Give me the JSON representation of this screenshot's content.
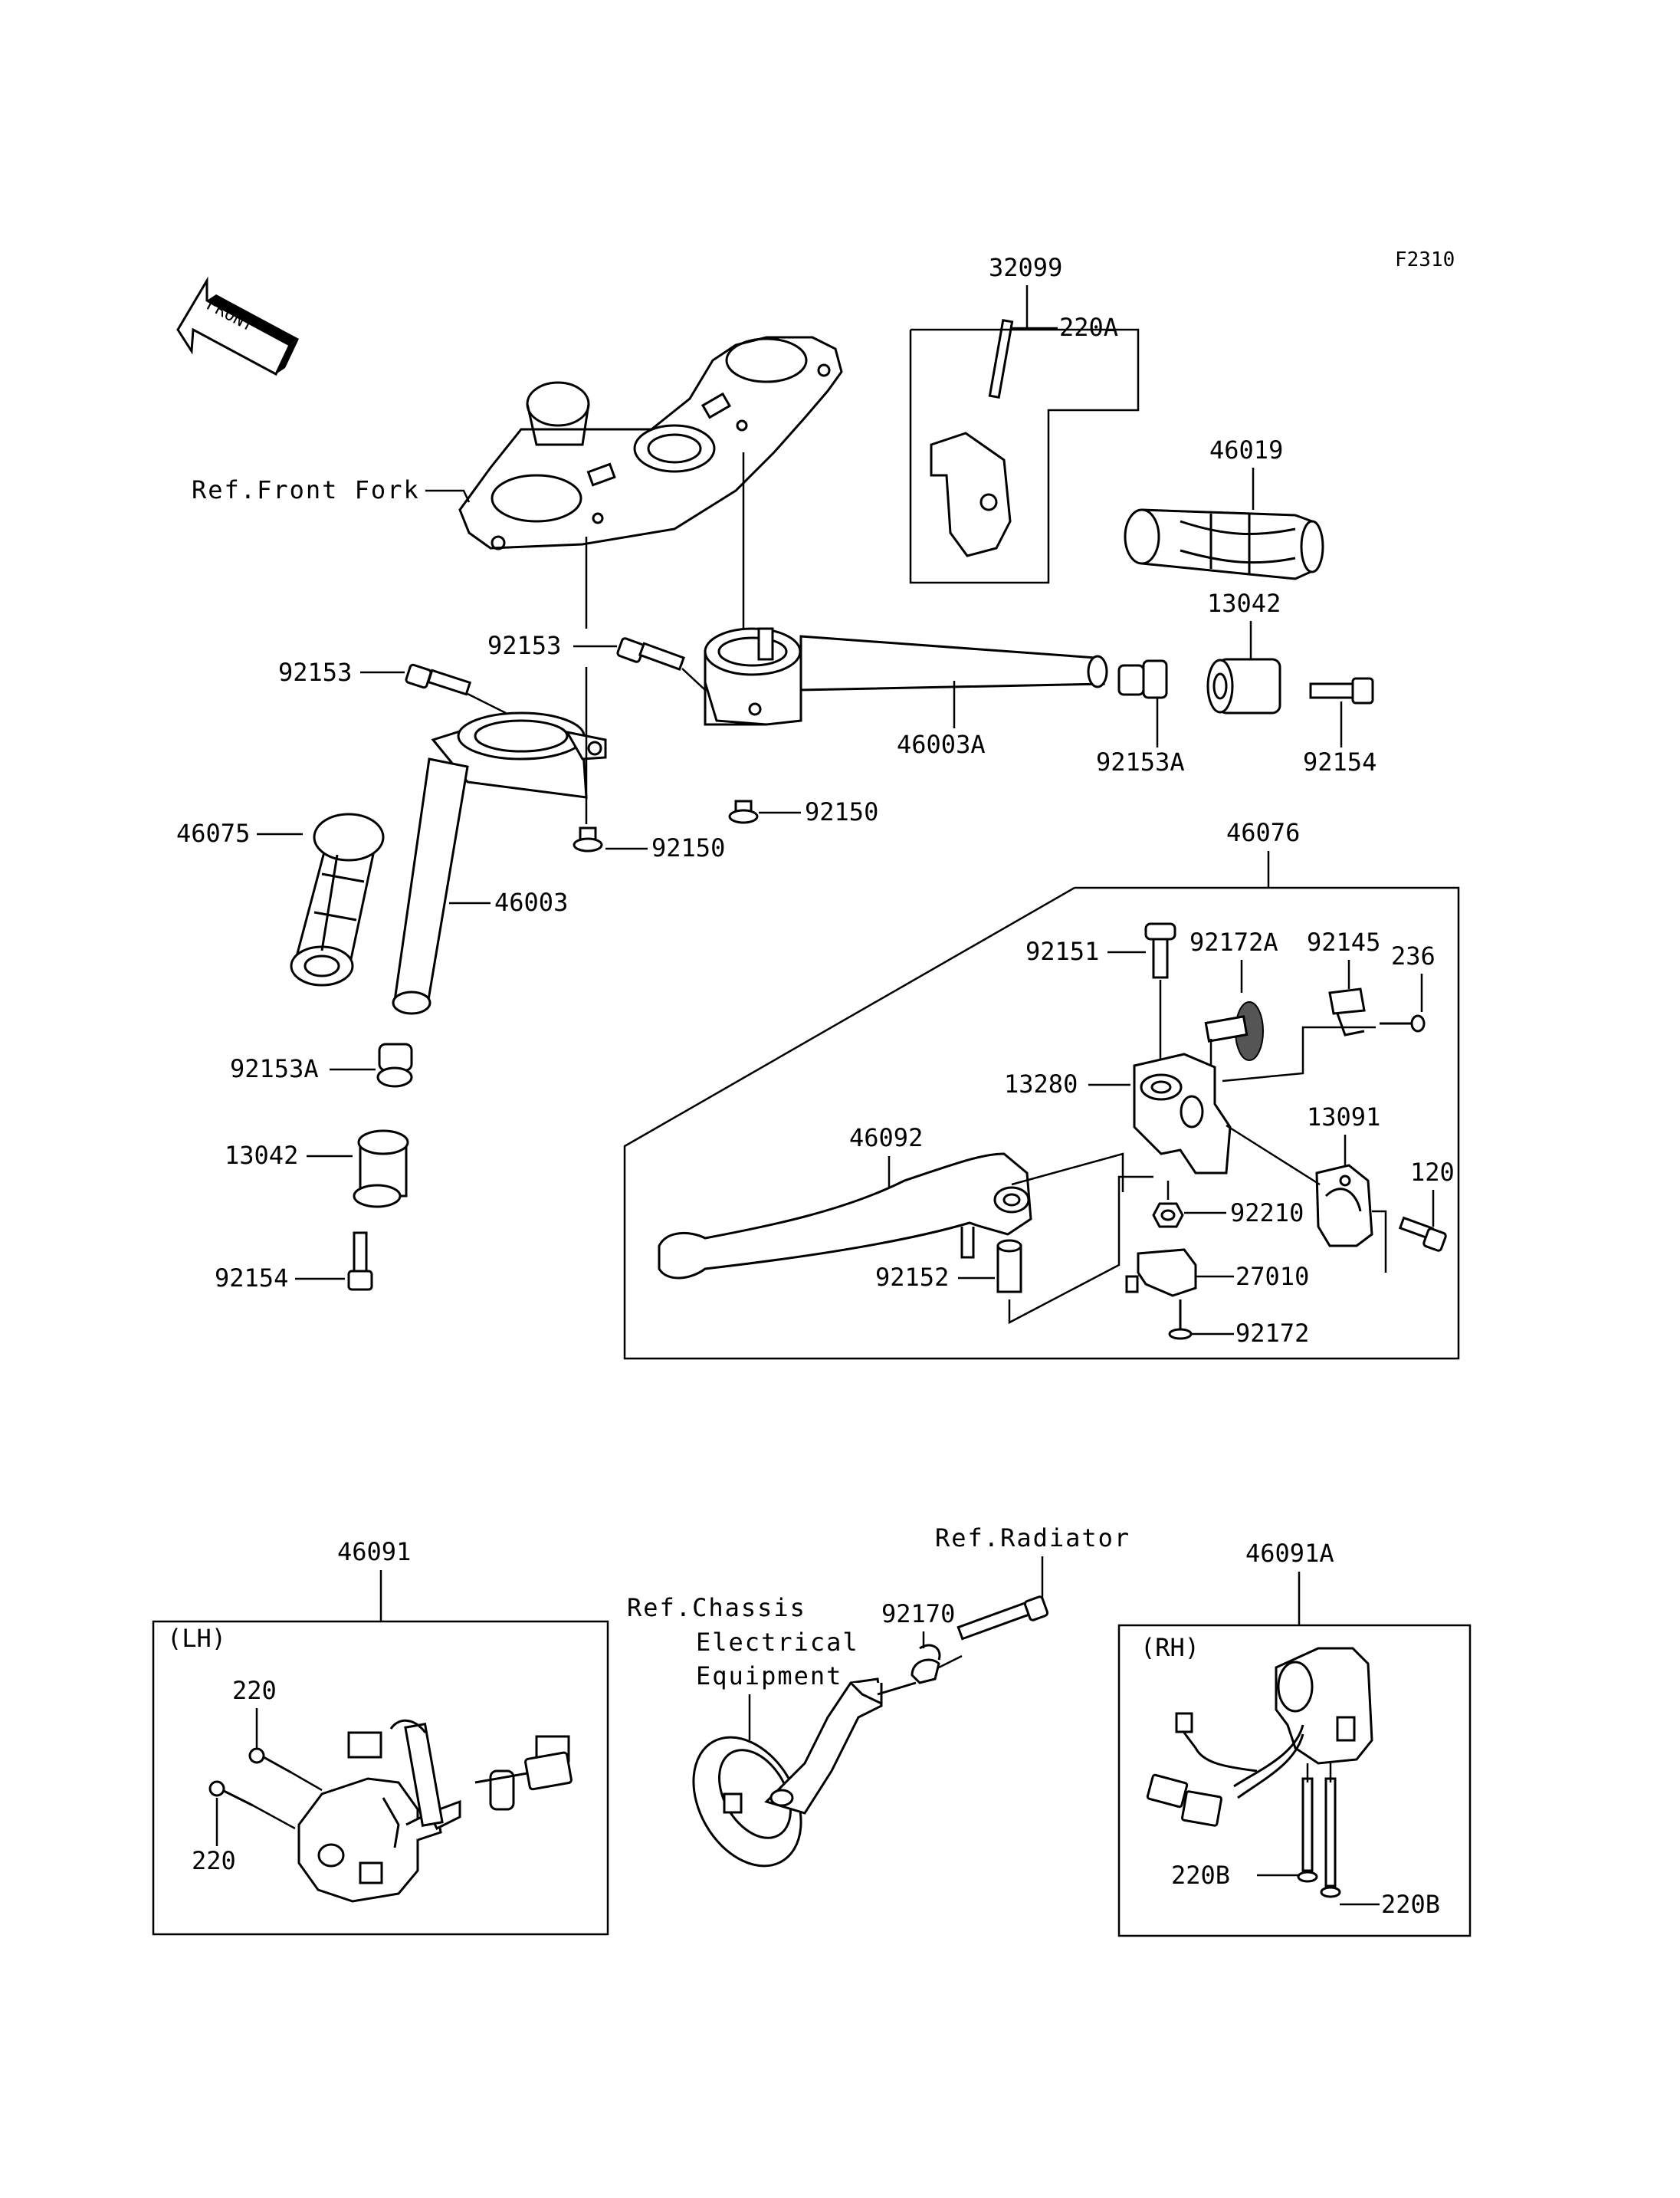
{
  "figure_code": "F2310",
  "front_arrow_text": "FRONT",
  "references": {
    "front_fork": "Ref.Front Fork",
    "chassis_line1": "Ref.Chassis",
    "chassis_line2": "Electrical",
    "chassis_line3": "Equipment",
    "radiator": "Ref.Radiator"
  },
  "box_tags": {
    "lh": "(LH)",
    "rh": "(RH)"
  },
  "parts": {
    "p32099": "32099",
    "p220A": "220A",
    "p46019": "46019",
    "p13042_r": "13042",
    "p92153_a": "92153",
    "p92153_b": "92153",
    "p46003A": "46003A",
    "p92153A_r": "92153A",
    "p92154_r": "92154",
    "p92150_r": "92150",
    "p92150_l": "92150",
    "p46075": "46075",
    "p46003": "46003",
    "p92153A_l": "92153A",
    "p13042_l": "13042",
    "p92154_l": "92154",
    "p46076": "46076",
    "p92151": "92151",
    "p92172A": "92172A",
    "p92145": "92145",
    "p236": "236",
    "p13280": "13280",
    "p46092": "46092",
    "p13091": "13091",
    "p120": "120",
    "p92210": "92210",
    "p92152": "92152",
    "p27010": "27010",
    "p92172": "92172",
    "p46091": "46091",
    "p220_top": "220",
    "p220_bot": "220",
    "p92170": "92170",
    "p46091A": "46091A",
    "p220B_a": "220B",
    "p220B_b": "220B"
  }
}
